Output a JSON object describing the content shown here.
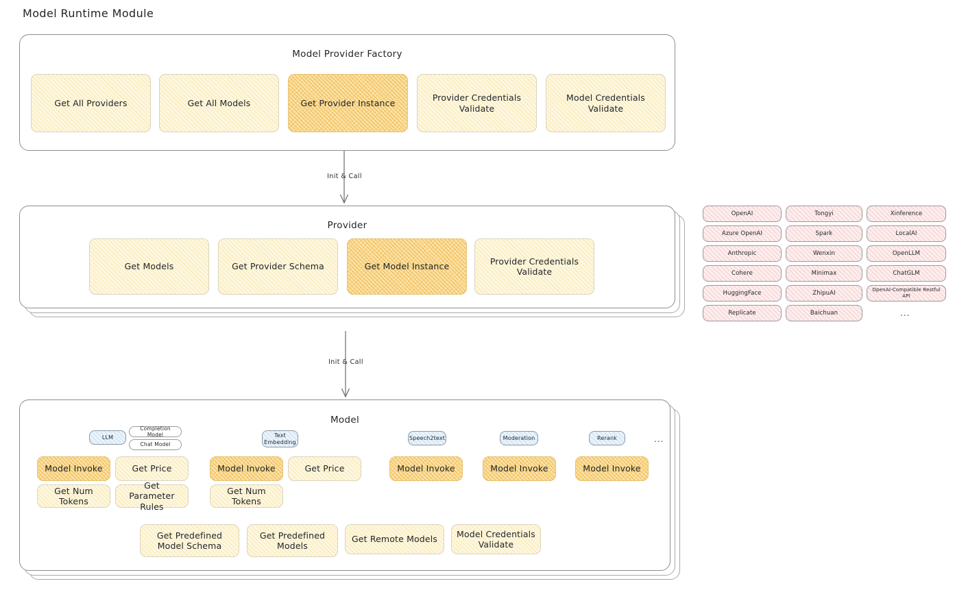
{
  "title": "Model Runtime Module",
  "factory": {
    "title": "Model Provider Factory",
    "nodes": [
      {
        "label": "Get All Providers",
        "highlight": false
      },
      {
        "label": "Get All Models",
        "highlight": false
      },
      {
        "label": "Get Provider Instance",
        "highlight": true
      },
      {
        "label": "Provider Credentials Validate",
        "highlight": false
      },
      {
        "label": "Model Credentials Validate",
        "highlight": false
      }
    ]
  },
  "arrow1": {
    "label": "Init & Call"
  },
  "provider": {
    "title": "Provider",
    "nodes": [
      {
        "label": "Get Models",
        "highlight": false
      },
      {
        "label": "Get Provider Schema",
        "highlight": false
      },
      {
        "label": "Get Model Instance",
        "highlight": true
      },
      {
        "label": "Provider Credentials Validate",
        "highlight": false
      }
    ]
  },
  "provider_list": {
    "columns": [
      [
        "OpenAI",
        "Azure OpenAI",
        "Anthropic",
        "Cohere",
        "HuggingFace",
        "Replicate"
      ],
      [
        "Tongyi",
        "Spark",
        "Wenxin",
        "Minimax",
        "ZhipuAI",
        "Baichuan"
      ],
      [
        "Xinference",
        "LocalAI",
        "OpenLLM",
        "ChatGLM",
        "OpenAI-Compatible Restful API"
      ]
    ],
    "more": "..."
  },
  "arrow2": {
    "label": "Init & Call"
  },
  "model": {
    "title": "Model",
    "more": "...",
    "groups": [
      {
        "badge": "LLM",
        "sub_badges": [
          "Completion Model",
          "Chat Model"
        ],
        "ops": [
          {
            "label": "Model Invoke",
            "highlight": true
          },
          {
            "label": "Get Price",
            "highlight": false
          },
          {
            "label": "Get Num Tokens",
            "highlight": false
          },
          {
            "label": "Get Parameter Rules",
            "highlight": false
          }
        ]
      },
      {
        "badge": "Text Embedding",
        "sub_badges": [],
        "ops": [
          {
            "label": "Model Invoke",
            "highlight": true
          },
          {
            "label": "Get Price",
            "highlight": false
          },
          {
            "label": "Get Num Tokens",
            "highlight": false
          }
        ]
      },
      {
        "badge": "Speech2text",
        "sub_badges": [],
        "ops": [
          {
            "label": "Model Invoke",
            "highlight": true
          }
        ]
      },
      {
        "badge": "Moderation",
        "sub_badges": [],
        "ops": [
          {
            "label": "Model Invoke",
            "highlight": true
          }
        ]
      },
      {
        "badge": "Rerank",
        "sub_badges": [],
        "ops": [
          {
            "label": "Model Invoke",
            "highlight": true
          }
        ]
      }
    ],
    "common_ops": [
      "Get Predefined Model Schema",
      "Get Predefined Models",
      "Get Remote Models",
      "Model Credentials Validate"
    ]
  },
  "colors": {
    "cream": "#fdf7e0",
    "amber": "#fbe3ab",
    "rose": "#fdeeee",
    "blue": "#eaf3fb",
    "border": "#8d8d8d",
    "text": "#1f2328"
  }
}
